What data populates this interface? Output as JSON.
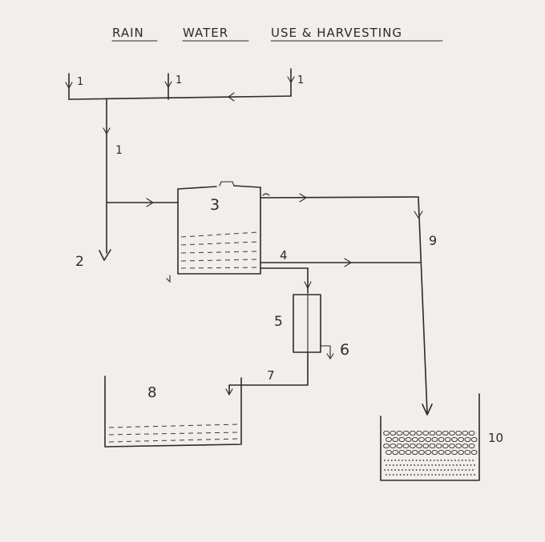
{
  "title": {
    "part1": "RAIN",
    "part2": "WATER",
    "part3": "USE & HARVESTING"
  },
  "labels": {
    "rain_left": "1",
    "rain_mid": "1",
    "rain_right": "1",
    "downpipe": "1",
    "overflow_outlet": "2",
    "storage_tank": "3",
    "tank_outlet": "4",
    "filter": "5",
    "filter_drain": "6",
    "filtered_pipe": "7",
    "use_tank": "8",
    "recharge_pipe": "9",
    "recharge_pit": "10"
  }
}
